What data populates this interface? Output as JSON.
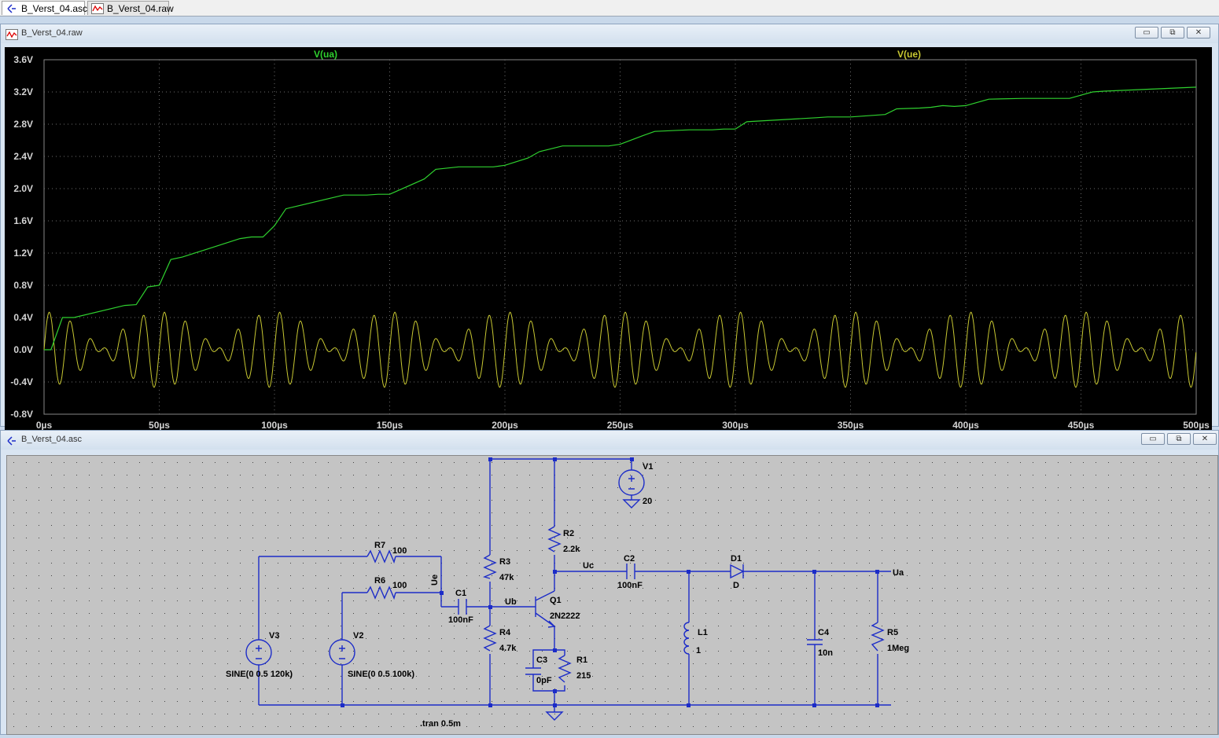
{
  "tabs": [
    {
      "label": "B_Verst_04.asc",
      "icon": "schematic-icon"
    },
    {
      "label": "B_Verst_04.raw",
      "icon": "waveform-icon"
    }
  ],
  "waveform_window": {
    "title": "B_Verst_04.raw",
    "buttons": {
      "minimize": "▭",
      "restore": "⧉",
      "close": "✕"
    }
  },
  "schematic_window": {
    "title": "B_Verst_04.asc",
    "buttons": {
      "minimize": "▭",
      "restore": "⧉",
      "close": "✕"
    }
  },
  "colors": {
    "ua_trace": "#2fd12f",
    "ue_trace": "#c8c832",
    "plot_bg": "#000000",
    "grid": "#6e6e6e",
    "axis_text": "#d4d4d4",
    "wire": "#1c2cc8",
    "schematic_bg": "#c4c4c4"
  },
  "chart_data": {
    "type": "line",
    "title": "",
    "xlabel": "",
    "ylabel": "",
    "xlim": [
      0,
      500
    ],
    "ylim": [
      -0.8,
      3.6
    ],
    "grid": true,
    "legend": "top",
    "x_ticks": [
      "0µs",
      "50µs",
      "100µs",
      "150µs",
      "200µs",
      "250µs",
      "300µs",
      "350µs",
      "400µs",
      "450µs",
      "500µs"
    ],
    "y_ticks": [
      "3.6V",
      "3.2V",
      "2.8V",
      "2.4V",
      "2.0V",
      "1.6V",
      "1.2V",
      "0.8V",
      "0.4V",
      "0.0V",
      "-0.4V",
      "-0.8V"
    ],
    "series": [
      {
        "name": "V(ua)",
        "x": [
          0,
          3,
          8,
          13,
          35,
          40,
          45,
          50,
          55,
          60,
          85,
          90,
          95,
          100,
          105,
          130,
          135,
          140,
          145,
          150,
          165,
          170,
          180,
          185,
          190,
          195,
          200,
          210,
          215,
          225,
          240,
          245,
          250,
          260,
          265,
          280,
          290,
          295,
          300,
          305,
          335,
          340,
          350,
          365,
          370,
          380,
          385,
          390,
          395,
          400,
          410,
          425,
          430,
          440,
          445,
          450,
          455,
          460,
          500
        ],
        "values": [
          0.0,
          0.0,
          0.4,
          0.4,
          0.55,
          0.56,
          0.78,
          0.8,
          1.12,
          1.15,
          1.38,
          1.4,
          1.4,
          1.54,
          1.75,
          1.92,
          1.92,
          1.92,
          1.93,
          1.93,
          2.12,
          2.24,
          2.27,
          2.27,
          2.27,
          2.27,
          2.29,
          2.38,
          2.46,
          2.53,
          2.53,
          2.53,
          2.55,
          2.66,
          2.71,
          2.73,
          2.73,
          2.74,
          2.74,
          2.83,
          2.88,
          2.89,
          2.89,
          2.92,
          2.99,
          3.0,
          3.01,
          3.03,
          3.02,
          3.03,
          3.11,
          3.12,
          3.12,
          3.12,
          3.12,
          3.16,
          3.2,
          3.21,
          3.26
        ]
      },
      {
        "name": "V(ue)",
        "description": "sum of two 0.5 V sines, 120 kHz and 100 kHz",
        "amplitude": [
          -0.47,
          0.47
        ],
        "frequencies_khz": [
          120,
          100
        ]
      }
    ]
  },
  "schematic": {
    "components": {
      "R7": {
        "name": "R7",
        "value": "100"
      },
      "R6": {
        "name": "R6",
        "value": "100"
      },
      "R3": {
        "name": "R3",
        "value": "47k"
      },
      "R4": {
        "name": "R4",
        "value": "4.7k"
      },
      "R2": {
        "name": "R2",
        "value": "2.2k"
      },
      "R1": {
        "name": "R1",
        "value": "215"
      },
      "R5": {
        "name": "R5",
        "value": "1Meg"
      },
      "C1": {
        "name": "C1",
        "value": "100nF"
      },
      "C2": {
        "name": "C2",
        "value": "100nF"
      },
      "C3": {
        "name": "C3",
        "value": "0pF"
      },
      "C4": {
        "name": "C4",
        "value": "10n"
      },
      "L1": {
        "name": "L1",
        "value": "1"
      },
      "D1": {
        "name": "D1",
        "value": "D"
      },
      "Q1": {
        "name": "Q1",
        "value": "2N2222"
      },
      "V1": {
        "name": "V1",
        "value": "20"
      },
      "V2": {
        "name": "V2",
        "value": "SINE(0 0.5 100k)"
      },
      "V3": {
        "name": "V3",
        "value": "SINE(0 0.5 120k)"
      }
    },
    "net_labels": {
      "ue": "Ue",
      "ub": "Ub",
      "uc": "Uc",
      "ua": "Ua"
    },
    "directive": ".tran 0.5m"
  }
}
